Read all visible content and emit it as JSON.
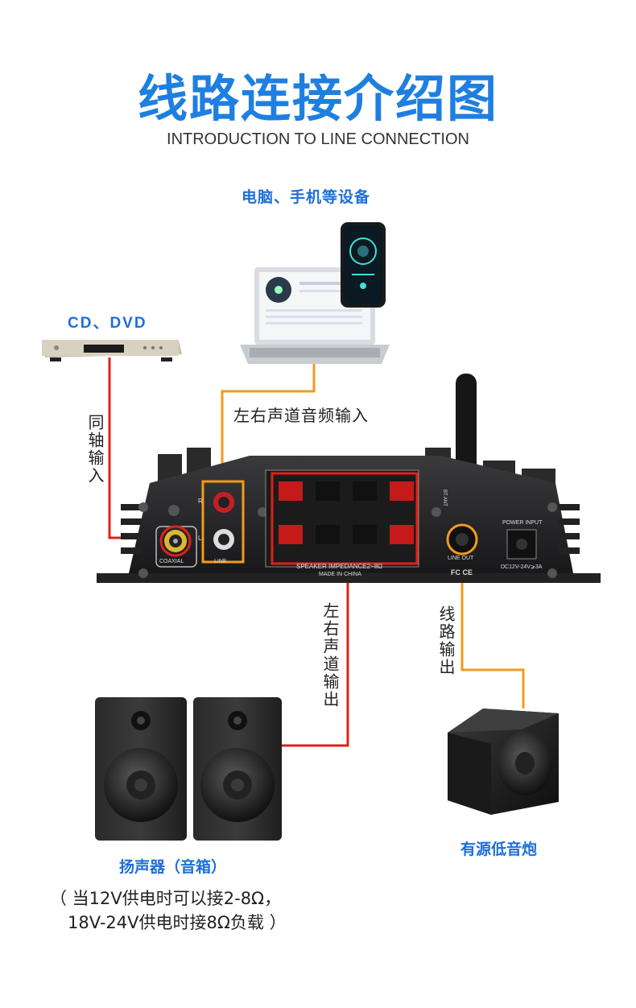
{
  "header": {
    "title": "线路连接介绍图",
    "subtitle": "INTRODUCTION TO LINE CONNECTION"
  },
  "sources": {
    "computer_phone": "电脑、手机等设备",
    "cd_dvd": "CD、DVD"
  },
  "connections": {
    "lr_input": "左右声道音频输入",
    "coaxial_input": "同轴输入",
    "lr_output": "左右声道输出",
    "line_output": "线路输出"
  },
  "amplifier": {
    "bt_label": "BT ANT",
    "coaxial": "COAXIAL",
    "line": "LINE",
    "r_mark": "R",
    "l_mark": "L",
    "speaker_impedance": "SPEAKER IMPEDANCE2~8Ω",
    "made_in": "MADE IN CHINA",
    "line_out": "LINE OUT",
    "fc_ce": "FC CE",
    "power_input": "POWER INPUT",
    "power_spec": "DC12V-24V⩾3A"
  },
  "outputs": {
    "speakers_label": "扬声器（音箱）",
    "subwoofer_label": "有源低音炮",
    "note_line1": "（ 当12V供电时可以接2-8Ω，",
    "note_line2": "18V-24V供电时接8Ω负载 ）"
  },
  "colors": {
    "title_blue": "#1e7fe0",
    "red_line": "#e0201a",
    "orange_line": "#f39a1e"
  }
}
